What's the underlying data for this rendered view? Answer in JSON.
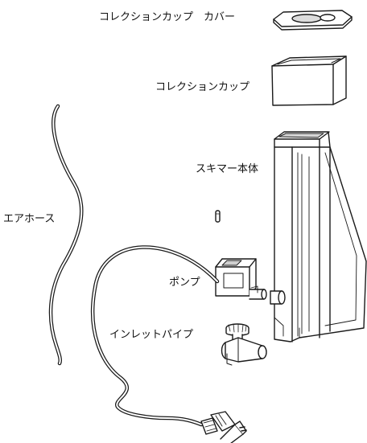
{
  "labels": {
    "cover": "コレクションカップ　カバー",
    "cup": "コレクションカップ",
    "body": "スキマー本体",
    "hose": "エアホース",
    "pump": "ポンプ",
    "inlet": "インレットパイプ"
  },
  "colors": {
    "line": "#1a1a1a",
    "fill": "#ffffff",
    "shade": "#cfcfcf"
  }
}
